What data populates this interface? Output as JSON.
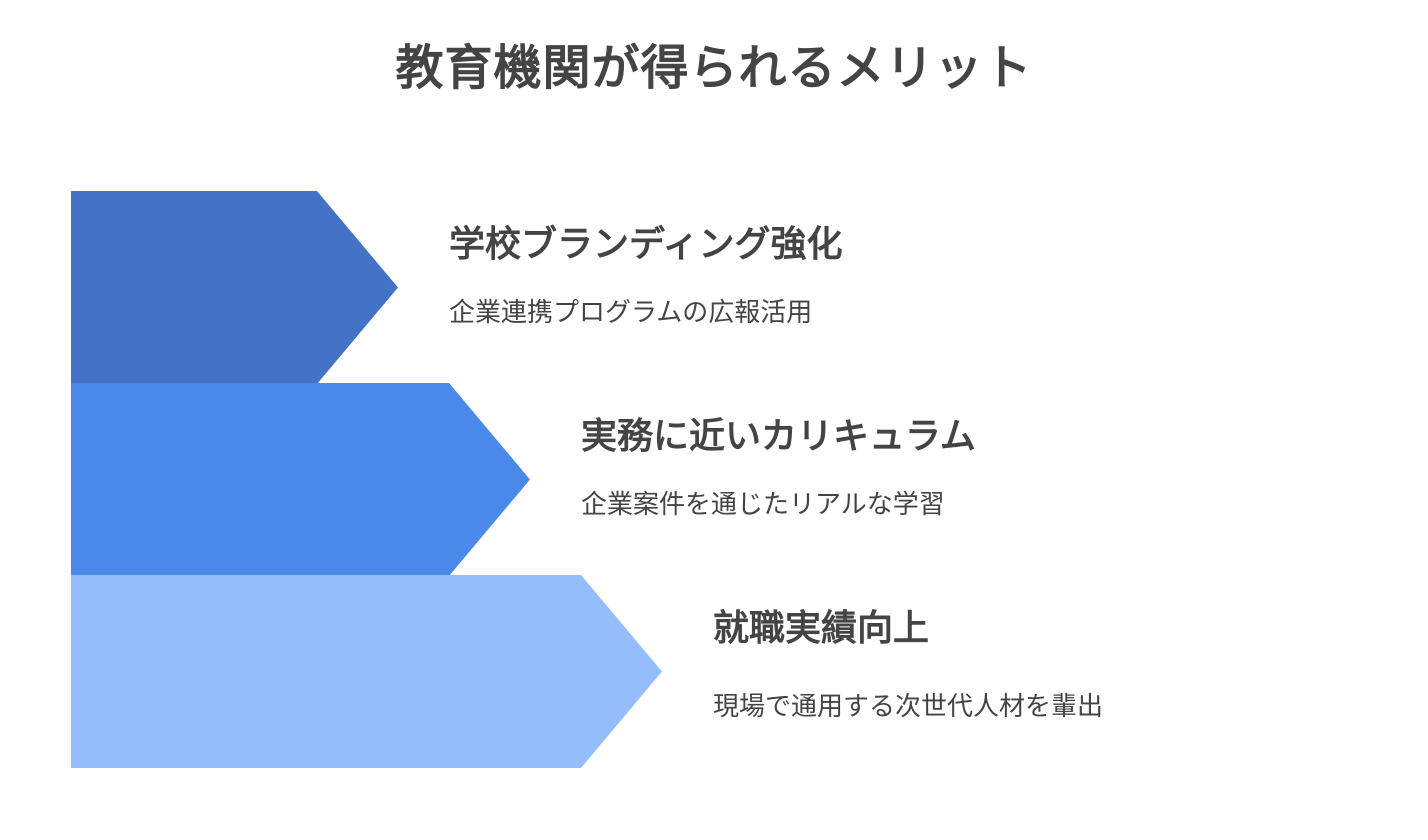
{
  "title": "教育機関が得られるメリット",
  "colors": {
    "step1": "#4472C4",
    "step2": "#4A89EA",
    "step3": "#95BCFB",
    "text": "#444444"
  },
  "steps": [
    {
      "title": "学校ブランディング強化",
      "description": "企業連携プログラムの広報活用"
    },
    {
      "title": "実務に近いカリキュラム",
      "description": "企業案件を通じたリアルな学習"
    },
    {
      "title": "就職実績向上",
      "description": "現場で通用する次世代人材を輩出"
    }
  ]
}
